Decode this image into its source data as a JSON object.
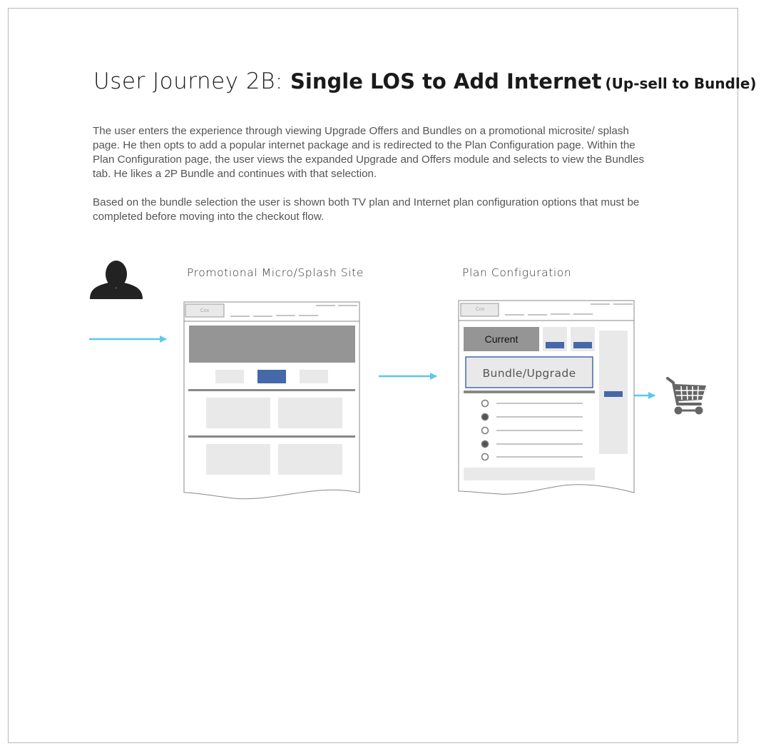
{
  "title": {
    "lead": "User Journey 2B:",
    "main": "Single LOS to Add Internet",
    "paren": "(Up-sell to Bundle)"
  },
  "description": [
    "The user enters the experience through viewing Upgrade Offers and Bundles on a promotional microsite/ splash page.  He then opts to add a popular internet package and is redirected to the Plan Configuration page.  Within the Plan Configuration page, the user views the expanded Upgrade and Offers module and selects to view the Bundles tab.  He likes a 2P Bundle and continues with that selection.",
    "Based on the bundle selection the user is shown both TV plan and Internet plan configuration options that must be completed before moving into the checkout flow."
  ],
  "screens": {
    "promo": {
      "label": "Promotional Micro/Splash Site",
      "logo": "Cox"
    },
    "plan": {
      "label": "Plan Configuration",
      "logo": "Cox",
      "current": "Current",
      "bundle": "Bundle/Upgrade"
    }
  },
  "colors": {
    "arrow": "#5bc8ef",
    "accent": "#4468a8",
    "grey_block": "#959595",
    "light_block": "#e9e9e9",
    "icon": "#666666"
  },
  "icons": [
    "user-icon",
    "shopping-cart-icon",
    "arrow-right-icon"
  ]
}
